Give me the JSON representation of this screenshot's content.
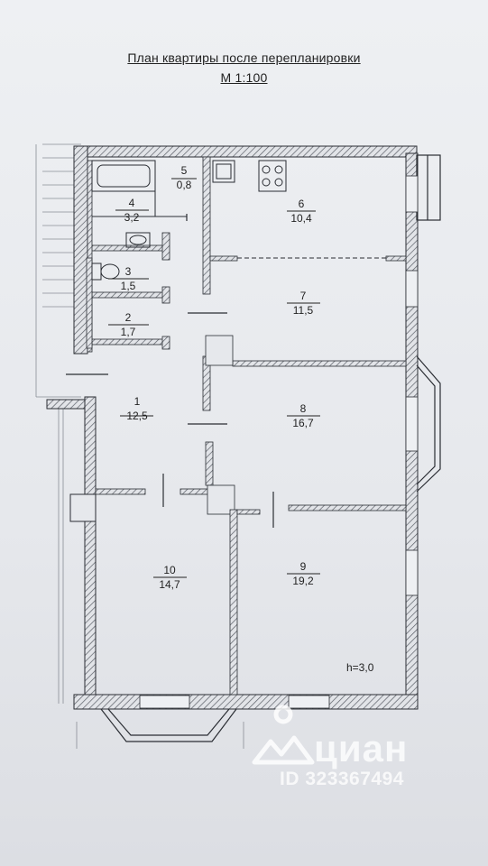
{
  "plan": {
    "title": "План квартиры после перепланировки",
    "scale": "М 1:100",
    "height_note": "h=3,0"
  },
  "rooms": [
    {
      "num": "1",
      "area": "12,5"
    },
    {
      "num": "2",
      "area": "1,7"
    },
    {
      "num": "3",
      "area": "1,5"
    },
    {
      "num": "4",
      "area": "3,2"
    },
    {
      "num": "5",
      "area": "0,8"
    },
    {
      "num": "6",
      "area": "10,4"
    },
    {
      "num": "7",
      "area": "11,5"
    },
    {
      "num": "8",
      "area": "16,7"
    },
    {
      "num": "9",
      "area": "19,2"
    },
    {
      "num": "10",
      "area": "14,7"
    }
  ],
  "watermark": {
    "brand": "циан",
    "id": "ID 323367494"
  },
  "colors": {
    "wall_hatch": "#6b6f78",
    "wall_fill": "#dfe1e6",
    "line": "#2a2d33",
    "background": "#e9ebee"
  }
}
